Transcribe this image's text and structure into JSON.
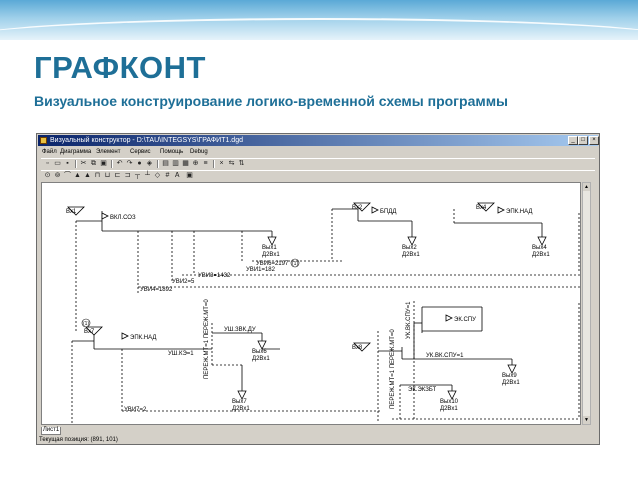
{
  "slide": {
    "title": "ГРАФКОНТ",
    "subtitle": "Визуальное конструирование логико-временной схемы программы"
  },
  "window": {
    "title": "Визуальный конструктор - D:\\TAU\\INTEGSYS\\ГРАФИТ1.dgd",
    "menu": [
      "Файл",
      "Диаграмма",
      "Элемент",
      "Сервис",
      "Помощь",
      "Debug"
    ],
    "tab_label": "Лист1",
    "status_text": "Текущая позиция: (891, 101)"
  },
  "diagram": {
    "inputs": [
      "Вх1",
      "Вх2",
      "Вх4",
      "Вх7",
      "Вх8"
    ],
    "outputs": [
      {
        "name": "Вых1",
        "type": "Д2Вх1"
      },
      {
        "name": "Вых2",
        "type": "Д2Вх1"
      },
      {
        "name": "Вых4",
        "type": "Д2Вх1"
      },
      {
        "name": "Вых6",
        "type": "Д2Вх1"
      },
      {
        "name": "Вых7",
        "type": "Д2Вх1"
      },
      {
        "name": "Вых9",
        "type": "Д2Вх1"
      },
      {
        "name": "Вых10",
        "type": "Д2Вх1"
      }
    ],
    "labels": {
      "l_vkl": "ВКЛ.СОЗ",
      "l_bpdd": "БПДД",
      "l_epk_nad1": "ЭПК.НАД",
      "l_uvi6": "УВИ6=2197",
      "l_marker1": "(1)",
      "l_uvi1": "УВИ1=182",
      "l_uvi3": "УВИ3=1432",
      "l_uvi2": "УВИ2=5",
      "l_uvi4": "УВИ4=1892",
      "l_marker2": "(1)",
      "l_epk_nad2": "ЭПК.НАД",
      "l_ushke": "УШ.КЭ=1",
      "l_ush_zvk": "УШ.ЗВК.ДУ",
      "l_pereyom1": "ПЕРЕЖ.МТ=1  ПЕРЕЖ.МТ=0",
      "l_pereyom2": "ПЕРЕЖ.МТ=1  ПЕРЕЖ.МТ=0",
      "l_uk_spu_v": "УК.ВК.СПУ=1",
      "l_ek_spu": "ЭК.СПУ",
      "l_uk_spu": "УК.ВК.СПУ=1",
      "l_ek_ekzbt": "ЭК.ЭКЗБТ",
      "l_uvi7": "УВИ7=2"
    }
  }
}
